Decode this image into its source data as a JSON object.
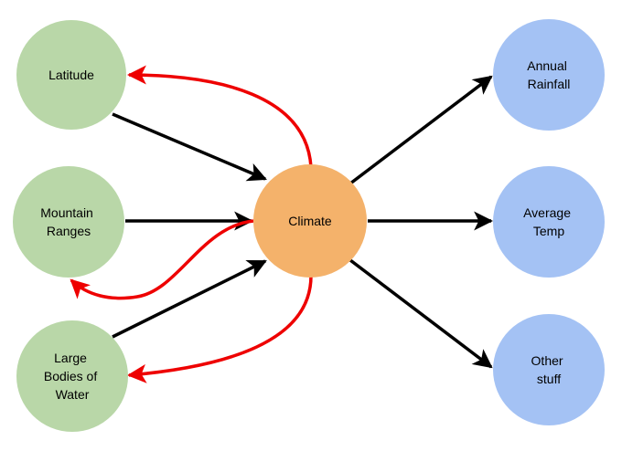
{
  "diagram": {
    "colors": {
      "cause_fill": "#b9d7a8",
      "center_fill": "#f4b26b",
      "effect_fill": "#a4c2f4",
      "cause_arrow": "#000000",
      "feedback_arrow": "#ee0000"
    },
    "nodes": {
      "latitude": {
        "lines": [
          "Latitude"
        ],
        "kind": "cause"
      },
      "mountain_ranges": {
        "lines": [
          "Mountain",
          "Ranges"
        ],
        "kind": "cause"
      },
      "large_bodies_of_water": {
        "lines": [
          "Large",
          "Bodies of",
          "Water"
        ],
        "kind": "cause"
      },
      "climate": {
        "lines": [
          "Climate"
        ],
        "kind": "center"
      },
      "annual_rainfall": {
        "lines": [
          "Annual",
          "Rainfall"
        ],
        "kind": "effect"
      },
      "average_temp": {
        "lines": [
          "Average",
          "Temp"
        ],
        "kind": "effect"
      },
      "other_stuff": {
        "lines": [
          "Other",
          "stuff"
        ],
        "kind": "effect"
      }
    },
    "edges": [
      {
        "from": "latitude",
        "to": "climate",
        "type": "cause"
      },
      {
        "from": "mountain_ranges",
        "to": "climate",
        "type": "cause"
      },
      {
        "from": "large_bodies_of_water",
        "to": "climate",
        "type": "cause"
      },
      {
        "from": "climate",
        "to": "annual_rainfall",
        "type": "effect"
      },
      {
        "from": "climate",
        "to": "average_temp",
        "type": "effect"
      },
      {
        "from": "climate",
        "to": "other_stuff",
        "type": "effect"
      },
      {
        "from": "climate",
        "to": "latitude",
        "type": "feedback"
      },
      {
        "from": "climate",
        "to": "mountain_ranges",
        "type": "feedback"
      },
      {
        "from": "climate",
        "to": "large_bodies_of_water",
        "type": "feedback"
      }
    ]
  }
}
